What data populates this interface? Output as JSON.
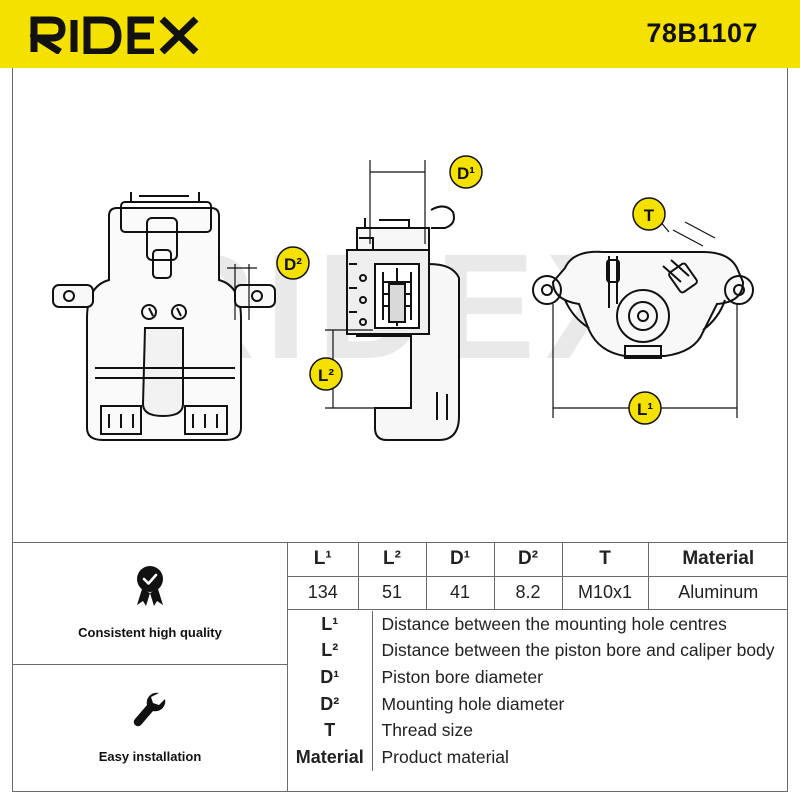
{
  "header": {
    "brand": "RIDEX",
    "part_number": "78B1107",
    "background_color": "#f5e100"
  },
  "drawing": {
    "watermark": "RIDEX",
    "callouts": {
      "D1": "D¹",
      "D2": "D²",
      "L1": "L¹",
      "L2": "L²",
      "T": "T"
    },
    "callout_color": "#f5e100"
  },
  "features": [
    {
      "icon": "quality-check-badge-icon",
      "label": "Consistent high quality"
    },
    {
      "icon": "wrench-icon",
      "label": "Easy installation"
    }
  ],
  "specs": {
    "headers": [
      "L¹",
      "L²",
      "D¹",
      "D²",
      "T",
      "Material"
    ],
    "values": [
      "134",
      "51",
      "41",
      "8.2",
      "M10x1",
      "Aluminum"
    ]
  },
  "legend": [
    {
      "key": "L¹",
      "description": "Distance between the mounting hole centres"
    },
    {
      "key": "L²",
      "description": "Distance between the piston bore and caliper body"
    },
    {
      "key": "D¹",
      "description": "Piston bore diameter"
    },
    {
      "key": "D²",
      "description": "Mounting hole diameter"
    },
    {
      "key": "T",
      "description": "Thread size"
    },
    {
      "key": "Material",
      "description": "Product material"
    }
  ]
}
